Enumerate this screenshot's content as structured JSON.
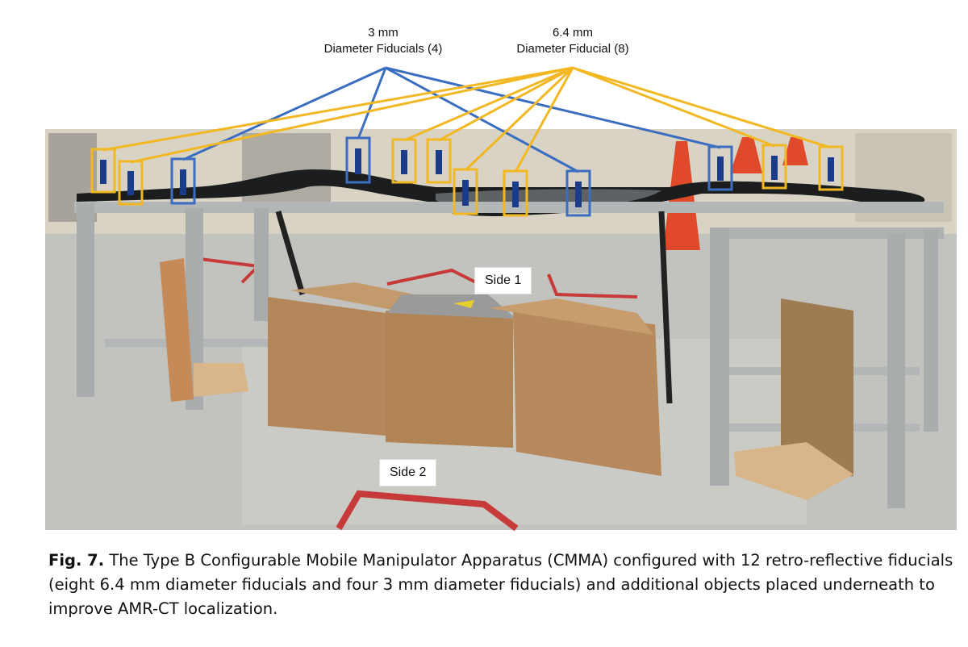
{
  "callouts": {
    "small": {
      "line1": "3 mm",
      "line2": "Diameter Fiducials (4)"
    },
    "large": {
      "line1": "6.4 mm",
      "line2": "Diameter Fiducial (8)"
    }
  },
  "side_labels": {
    "side1": "Side 1",
    "side2": "Side 2"
  },
  "caption": {
    "label": "Fig. 7.",
    "text": "The Type B Configurable Mobile Manipulator Apparatus (CMMA) configured with 12 retro-reflective fiducials (eight 6.4 mm diameter fiducials and four 3 mm diameter fiducials) and additional objects placed underneath to improve AMR-CT localization."
  },
  "colors": {
    "blue_marker": "#3b6ec0",
    "yellow_marker": "#f2b823",
    "wall": "#d9d4c6",
    "floor": "#bfc1bd",
    "frame": "#b9bcbd",
    "box": "#b4875a"
  }
}
